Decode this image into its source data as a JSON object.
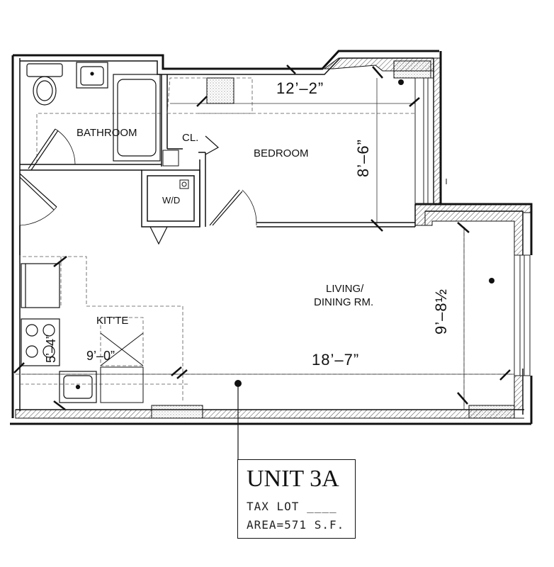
{
  "rooms": {
    "bathroom": "BATHROOM",
    "closet": "CL.",
    "washer_dryer": "W/D",
    "bedroom": "BEDROOM",
    "kitchenette": "KIT'TE",
    "living_line1": "LIVING/",
    "living_line2": "DINING RM."
  },
  "dimensions": {
    "bedroom_width": "12’–2”",
    "bedroom_depth": "8’–6”",
    "living_width": "18’–7”",
    "living_depth": "9’–8½",
    "kitchenette_width": "9’–0”",
    "kitchenette_depth": "5’–4”"
  },
  "title_block": {
    "unit": "UNIT 3A",
    "tax_lot": "TAX LOT ____",
    "area": "AREA=571 S.F."
  }
}
